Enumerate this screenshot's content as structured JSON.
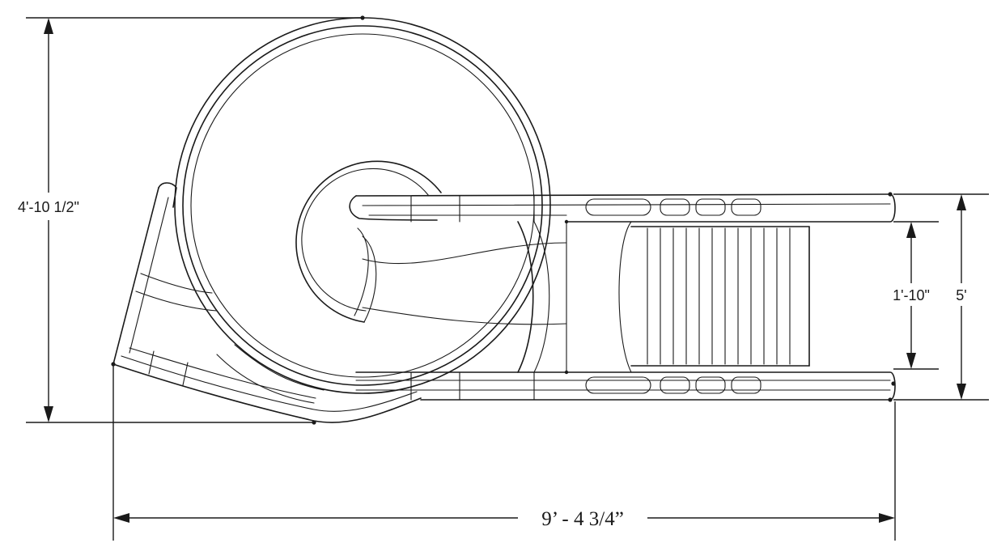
{
  "dimensions": {
    "overall_height": "4'-10 1/2\"",
    "overall_length": "9’ - 4 3/4”",
    "chute_width": "5'",
    "inner_width": "1'-10\""
  }
}
